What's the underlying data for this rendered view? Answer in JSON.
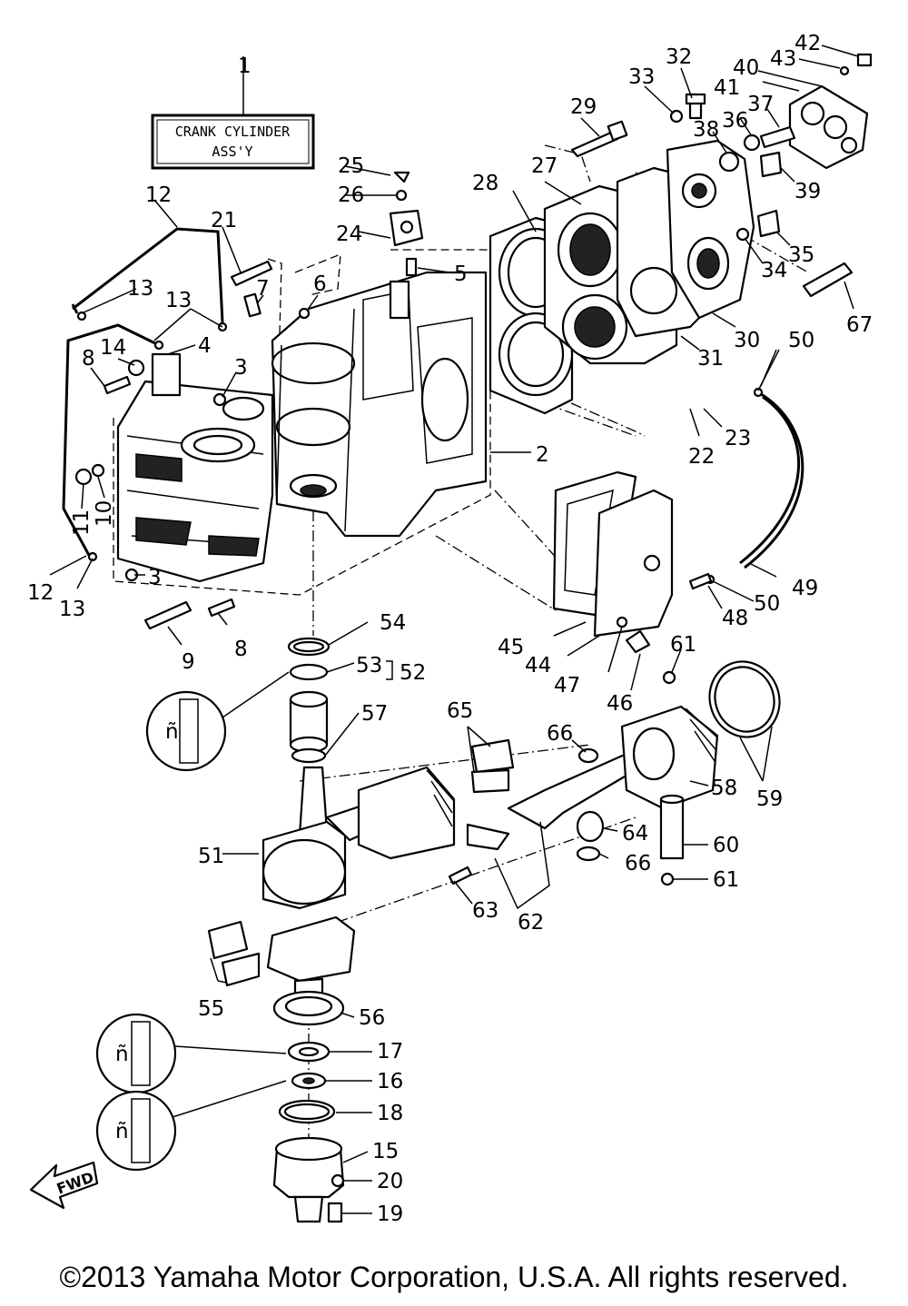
{
  "title_box": {
    "line1": "CRANK CYLINDER",
    "line2": "ASS'Y"
  },
  "fwd_label": "FWD",
  "copyright": "©2013 Yamaha Motor Corporation, U.S.A. All rights reserved.",
  "callouts": [
    "1",
    "2",
    "3",
    "3",
    "4",
    "5",
    "6",
    "7",
    "8",
    "8",
    "9",
    "10",
    "11",
    "12",
    "12",
    "13",
    "13",
    "13",
    "14",
    "15",
    "16",
    "17",
    "18",
    "19",
    "20",
    "21",
    "22",
    "23",
    "24",
    "25",
    "26",
    "27",
    "28",
    "29",
    "30",
    "31",
    "32",
    "33",
    "34",
    "35",
    "36",
    "37",
    "38",
    "39",
    "40",
    "41",
    "42",
    "43",
    "44",
    "45",
    "46",
    "47",
    "48",
    "49",
    "50",
    "50",
    "51",
    "52",
    "53",
    "54",
    "55",
    "56",
    "57",
    "58",
    "59",
    "60",
    "61",
    "61",
    "62",
    "63",
    "64",
    "65",
    "66",
    "66",
    "67"
  ]
}
